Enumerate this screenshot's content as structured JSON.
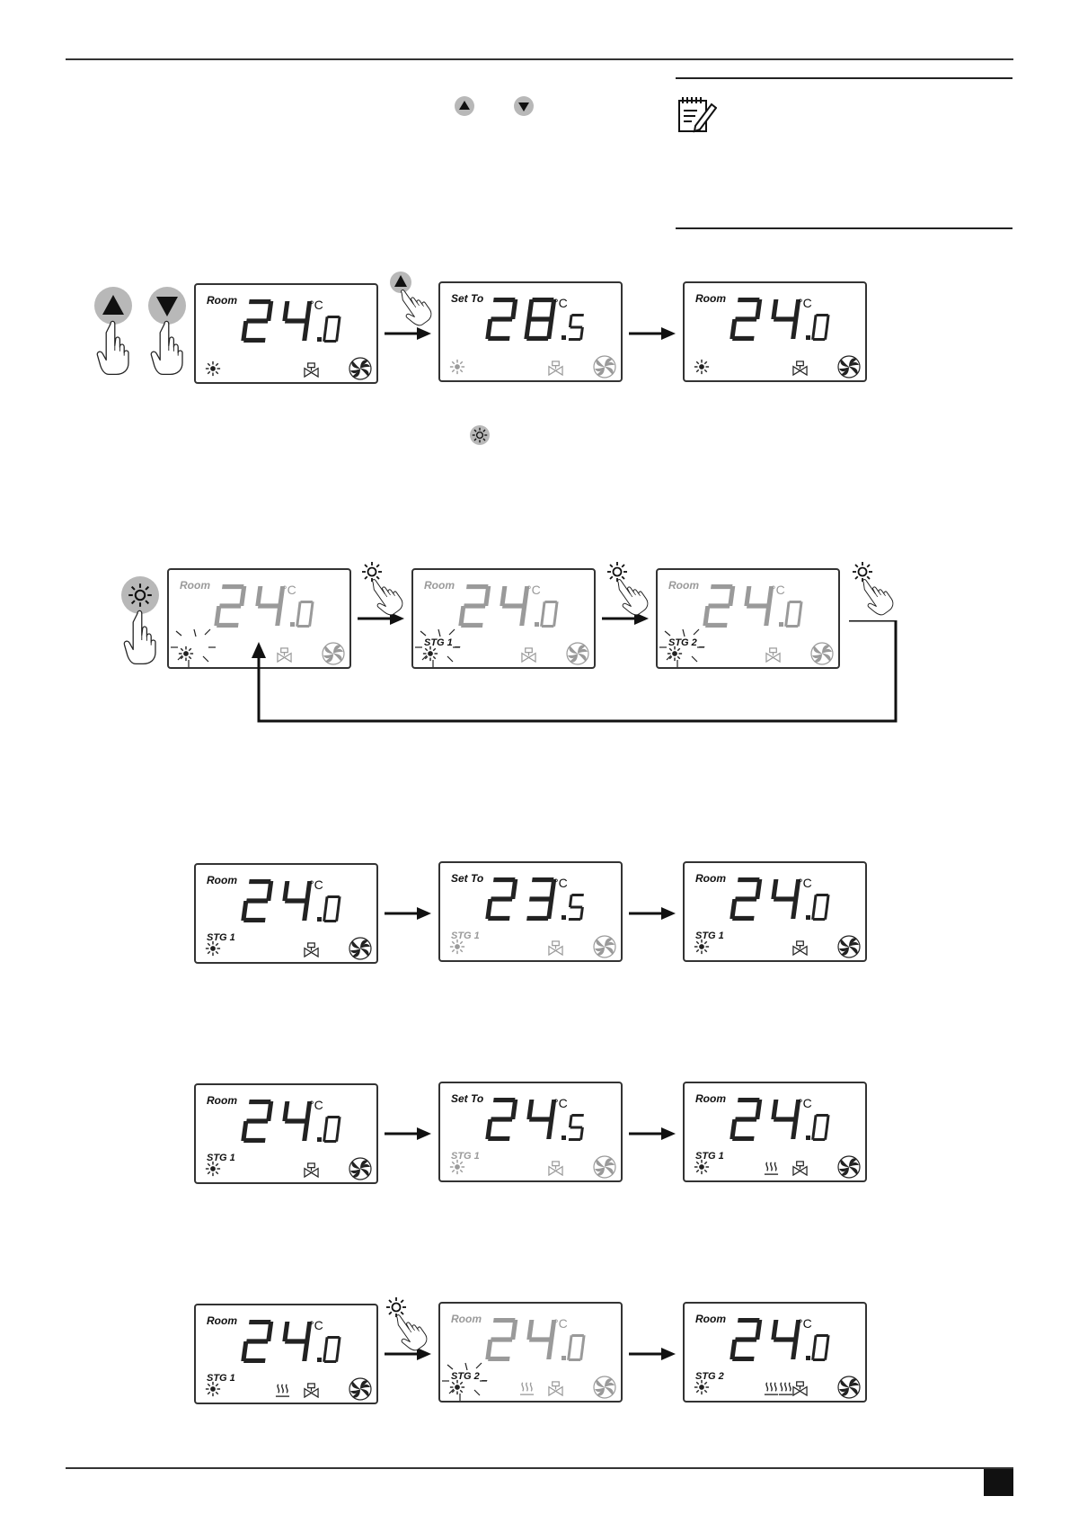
{
  "icons": {
    "up": "up-arrow-button-icon",
    "down": "down-arrow-button-icon",
    "mode": "sun-mode-button-icon",
    "note": "notepad-pencil-icon",
    "fan": "fan-icon",
    "valve": "valve-icon",
    "heat": "heater-icon",
    "hand": "pressing-hand-icon"
  },
  "colors": {
    "ink": "#222222",
    "dim": "#9a9a9a",
    "button_gray": "#b8b8b8"
  },
  "row1": [
    {
      "label": "Room",
      "int": "24",
      "dec": "0",
      "unit": "°C",
      "stg": "",
      "dim": false
    },
    {
      "label": "Set To",
      "int": "28",
      "dec": "5",
      "unit": "°C",
      "stg": "",
      "dim": false
    },
    {
      "label": "Room",
      "int": "24",
      "dec": "0",
      "unit": "°C",
      "stg": "",
      "dim": false
    }
  ],
  "row2": [
    {
      "label": "Room",
      "int": "24",
      "dec": "0",
      "unit": "°C",
      "stg": "",
      "dim": true
    },
    {
      "label": "Room",
      "int": "24",
      "dec": "0",
      "unit": "°C",
      "stg": "STG 1",
      "dim": true
    },
    {
      "label": "Room",
      "int": "24",
      "dec": "0",
      "unit": "°C",
      "stg": "STG 2",
      "dim": true
    }
  ],
  "row3": [
    {
      "label": "Room",
      "int": "24",
      "dec": "0",
      "unit": "°C",
      "stg": "STG 1"
    },
    {
      "label": "Set To",
      "int": "23",
      "dec": "5",
      "unit": "°C",
      "stg": "STG 1"
    },
    {
      "label": "Room",
      "int": "24",
      "dec": "0",
      "unit": "°C",
      "stg": "STG 1"
    }
  ],
  "row4": [
    {
      "label": "Room",
      "int": "24",
      "dec": "0",
      "unit": "°C",
      "stg": "STG 1"
    },
    {
      "label": "Set To",
      "int": "24",
      "dec": "5",
      "unit": "°C",
      "stg": "STG 1"
    },
    {
      "label": "Room",
      "int": "24",
      "dec": "0",
      "unit": "°C",
      "stg": "STG 1"
    }
  ],
  "row5": [
    {
      "label": "Room",
      "int": "24",
      "dec": "0",
      "unit": "°C",
      "stg": "STG 1"
    },
    {
      "label": "Room",
      "int": "24",
      "dec": "0",
      "unit": "°C",
      "stg": "STG 2"
    },
    {
      "label": "Room",
      "int": "24",
      "dec": "0",
      "unit": "°C",
      "stg": "STG 2"
    }
  ]
}
